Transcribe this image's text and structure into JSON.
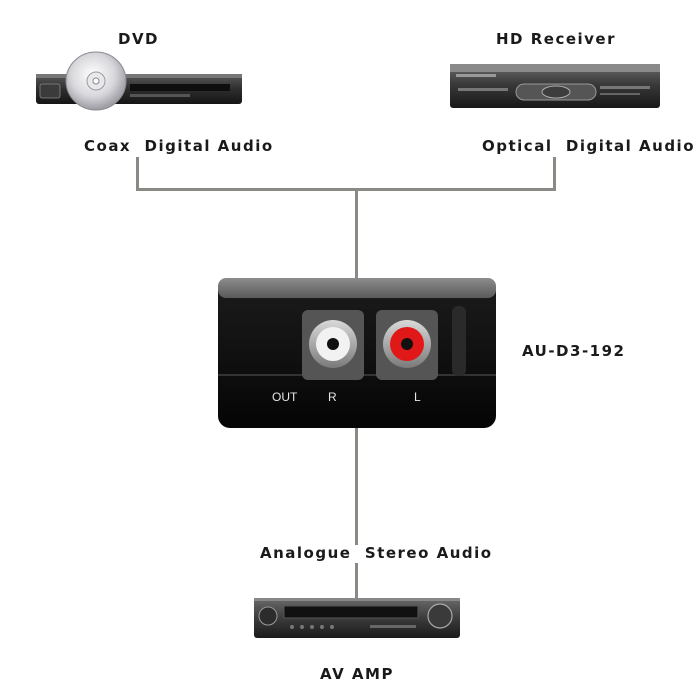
{
  "labels": {
    "dvd": "DVD",
    "hd_receiver": "HD Receiver",
    "coax": "Coax  Digital Audio",
    "optical": "Optical  Digital Audio",
    "converter": "AU-D3-192",
    "analogue": "Analogue  Stereo Audio",
    "av_amp": "AV AMP"
  },
  "converter_ports": {
    "out": "OUT",
    "r": "R",
    "l": "L"
  },
  "colors": {
    "cable": "#8a8a84",
    "jack_white": "#f2f2f2",
    "jack_red": "#e01818"
  }
}
